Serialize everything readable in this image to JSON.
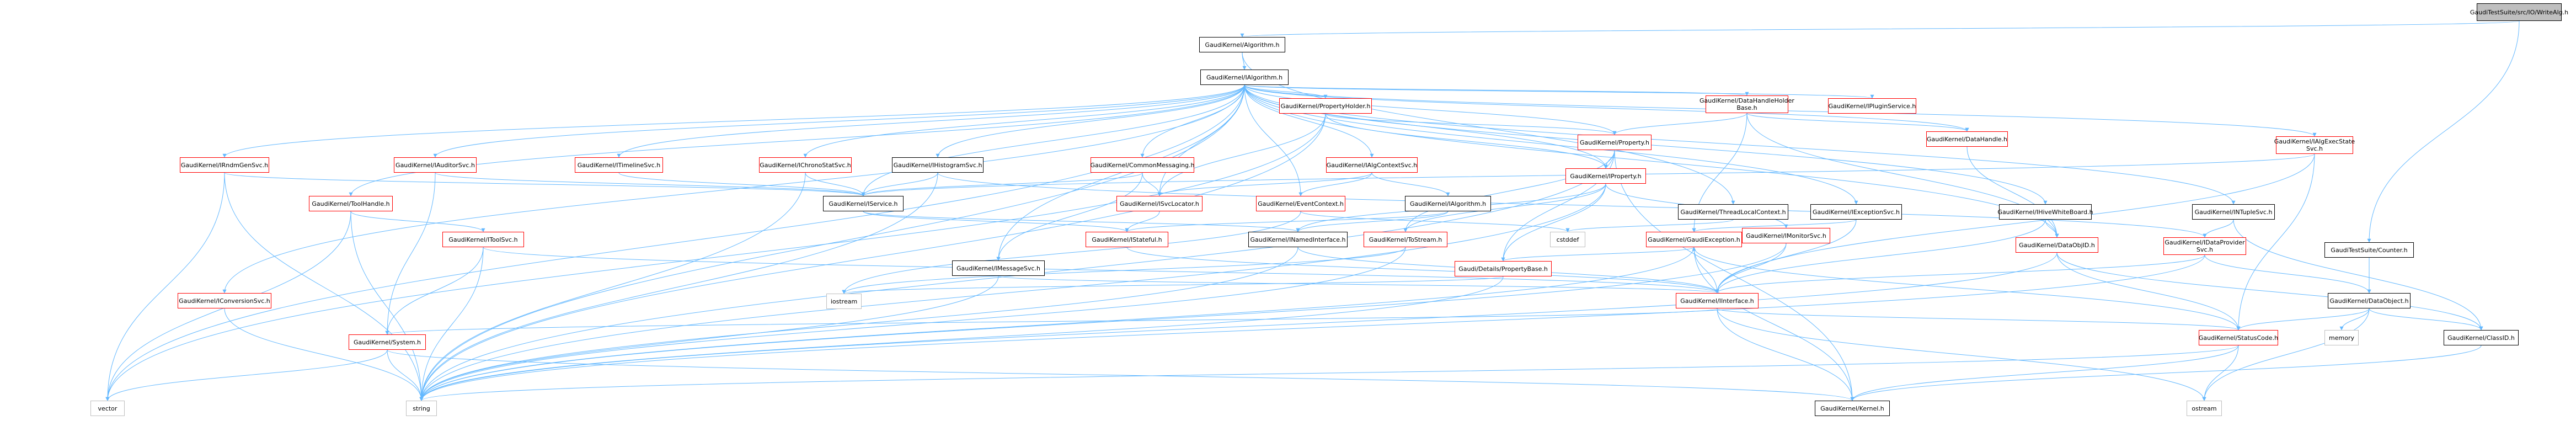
{
  "nodes": [
    {
      "id": "root",
      "label": "GaudiTestSuite/src/IO/WriteAlg.h",
      "style": "root"
    },
    {
      "id": "alg",
      "label": "GaudiKernel/Algorithm.h",
      "style": "black"
    },
    {
      "id": "ialg",
      "label": "GaudiKernel/IAlgorithm.h",
      "style": "black"
    },
    {
      "id": "tlc",
      "label": "GaudiKernel/ThreadLocalContext.h",
      "style": "black"
    },
    {
      "id": "tscounter",
      "label": "GaudiTestSuite/Counter.h",
      "style": "black"
    },
    {
      "id": "propholder",
      "label": "GaudiKernel/PropertyHolder.h",
      "style": "red"
    },
    {
      "id": "dhh",
      "label": "GaudiKernel/DataHandleHolder Base.h",
      "style": "red"
    },
    {
      "id": "ipluginsvc",
      "label": "GaudiKernel/IPluginService.h",
      "style": "red"
    },
    {
      "id": "datahandle",
      "label": "GaudiKernel/DataHandle.h",
      "style": "red"
    },
    {
      "id": "property",
      "label": "GaudiKernel/Property.h",
      "style": "red"
    },
    {
      "id": "iexcsvc",
      "label": "GaudiKernel/IExceptionSvc.h",
      "style": "black"
    },
    {
      "id": "ihwb",
      "label": "GaudiKernel/IHiveWhiteBoard.h",
      "style": "black"
    },
    {
      "id": "intuplesvc",
      "label": "GaudiKernel/INTupleSvc.h",
      "style": "black"
    },
    {
      "id": "ialgexec",
      "label": "GaudiKernel/IAlgExecState Svc.h",
      "style": "red"
    },
    {
      "id": "irndm",
      "label": "GaudiKernel/IRndmGenSvc.h",
      "style": "red"
    },
    {
      "id": "iauditor",
      "label": "GaudiKernel/IAuditorSvc.h",
      "style": "red"
    },
    {
      "id": "itimeline",
      "label": "GaudiKernel/ITimelineSvc.h",
      "style": "red"
    },
    {
      "id": "ichrono",
      "label": "GaudiKernel/IChronoStatSvc.h",
      "style": "red"
    },
    {
      "id": "ihisto",
      "label": "GaudiKernel/IHistogramSvc.h",
      "style": "black"
    },
    {
      "id": "commonmsg",
      "label": "GaudiKernel/CommonMessaging.h",
      "style": "red"
    },
    {
      "id": "ialgctx",
      "label": "GaudiKernel/IAlgContextSvc.h",
      "style": "red"
    },
    {
      "id": "iproperty",
      "label": "GaudiKernel/IProperty.h",
      "style": "red"
    },
    {
      "id": "toolhandle",
      "label": "GaudiKernel/ToolHandle.h",
      "style": "red"
    },
    {
      "id": "iservice",
      "label": "GaudiKernel/IService.h",
      "style": "black"
    },
    {
      "id": "isvclocator",
      "label": "GaudiKernel/ISvcLocator.h",
      "style": "red"
    },
    {
      "id": "evtctx",
      "label": "GaudiKernel/EventContext.h",
      "style": "red"
    },
    {
      "id": "ialgorithm2",
      "label": "GaudiKernel/IAlgorithm.h",
      "style": "black"
    },
    {
      "id": "propbase",
      "label": "Gaudi/Details/PropertyBase.h",
      "style": "red"
    },
    {
      "id": "imonitor",
      "label": "GaudiKernel/IMonitorSvc.h",
      "style": "red"
    },
    {
      "id": "idataobjid",
      "label": "GaudiKernel/DataObjID.h",
      "style": "red"
    },
    {
      "id": "idp",
      "label": "GaudiKernel/IDataProvider Svc.h",
      "style": "red"
    },
    {
      "id": "iconversion",
      "label": "GaudiKernel/IConversionSvc.h",
      "style": "red"
    },
    {
      "id": "itoolsvc",
      "label": "GaudiKernel/IToolSvc.h",
      "style": "red"
    },
    {
      "id": "imessagesvc",
      "label": "GaudiKernel/IMessageSvc.h",
      "style": "black"
    },
    {
      "id": "istateful",
      "label": "GaudiKernel/IStateful.h",
      "style": "red"
    },
    {
      "id": "inamed",
      "label": "GaudiKernel/INamedInterface.h",
      "style": "black"
    },
    {
      "id": "tostream",
      "label": "GaudiKernel/ToStream.h",
      "style": "red"
    },
    {
      "id": "gaudiexc",
      "label": "GaudiKernel/GaudiException.h",
      "style": "red"
    },
    {
      "id": "cstddef",
      "label": "cstddef",
      "style": "gray"
    },
    {
      "id": "iinterface",
      "label": "GaudiKernel/IInterface.h",
      "style": "red"
    },
    {
      "id": "dataobject",
      "label": "GaudiKernel/DataObject.h",
      "style": "black"
    },
    {
      "id": "iostream",
      "label": "iostream",
      "style": "gray"
    },
    {
      "id": "system",
      "label": "GaudiKernel/System.h",
      "style": "red"
    },
    {
      "id": "statuscode",
      "label": "GaudiKernel/StatusCode.h",
      "style": "red"
    },
    {
      "id": "clid",
      "label": "GaudiKernel/ClassID.h",
      "style": "black"
    },
    {
      "id": "memory",
      "label": "memory",
      "style": "gray"
    },
    {
      "id": "vector",
      "label": "vector",
      "style": "gray"
    },
    {
      "id": "string",
      "label": "string",
      "style": "gray"
    },
    {
      "id": "kernel",
      "label": "GaudiKernel/Kernel.h",
      "style": "black"
    },
    {
      "id": "ostream",
      "label": "ostream",
      "style": "gray"
    }
  ],
  "edges": [
    [
      "root",
      "alg"
    ],
    [
      "root",
      "tscounter"
    ],
    [
      "alg",
      "ialg"
    ],
    [
      "alg",
      "tlc"
    ],
    [
      "ialg",
      "propholder"
    ],
    [
      "ialg",
      "dhh"
    ],
    [
      "ialg",
      "ipluginsvc"
    ],
    [
      "ialg",
      "datahandle"
    ],
    [
      "ialg",
      "property"
    ],
    [
      "ialg",
      "iexcsvc"
    ],
    [
      "ialg",
      "ihwb"
    ],
    [
      "ialg",
      "intuplesvc"
    ],
    [
      "ialg",
      "ialgexec"
    ],
    [
      "ialg",
      "irndm"
    ],
    [
      "ialg",
      "iauditor"
    ],
    [
      "ialg",
      "itimeline"
    ],
    [
      "ialg",
      "ichrono"
    ],
    [
      "ialg",
      "ihisto"
    ],
    [
      "ialg",
      "commonmsg"
    ],
    [
      "ialg",
      "ialgctx"
    ],
    [
      "ialg",
      "iproperty"
    ],
    [
      "ialg",
      "toolhandle"
    ],
    [
      "ialg",
      "iservice"
    ],
    [
      "ialg",
      "isvclocator"
    ],
    [
      "ialg",
      "evtctx"
    ],
    [
      "ialg",
      "idataobjid"
    ],
    [
      "ialg",
      "iconversion"
    ],
    [
      "ialg",
      "imessagesvc"
    ],
    [
      "ialg",
      "string"
    ],
    [
      "ialg",
      "vector"
    ],
    [
      "tlc",
      "cstddef"
    ],
    [
      "propholder",
      "property"
    ],
    [
      "propholder",
      "iproperty"
    ],
    [
      "propholder",
      "isvclocator"
    ],
    [
      "propholder",
      "string"
    ],
    [
      "propholder",
      "vector"
    ],
    [
      "dhh",
      "property"
    ],
    [
      "dhh",
      "datahandle"
    ],
    [
      "dhh",
      "idataobjid"
    ],
    [
      "dhh",
      "gaudiexc"
    ],
    [
      "datahandle",
      "idataobjid"
    ],
    [
      "property",
      "iproperty"
    ],
    [
      "property",
      "propbase"
    ],
    [
      "property",
      "tostream"
    ],
    [
      "property",
      "kernel"
    ],
    [
      "property",
      "string"
    ],
    [
      "iexcsvc",
      "gaudiexc"
    ],
    [
      "iexcsvc",
      "iinterface"
    ],
    [
      "ihwb",
      "idataobjid"
    ],
    [
      "ihwb",
      "iinterface"
    ],
    [
      "intuplesvc",
      "idp"
    ],
    [
      "intuplesvc",
      "clid"
    ],
    [
      "ialgexec",
      "iinterface"
    ],
    [
      "ialgexec",
      "iservice"
    ],
    [
      "ialgexec",
      "statuscode"
    ],
    [
      "tscounter",
      "dataobject"
    ],
    [
      "irndm",
      "iservice"
    ],
    [
      "irndm",
      "vector"
    ],
    [
      "irndm",
      "string"
    ],
    [
      "iauditor",
      "iservice"
    ],
    [
      "iauditor",
      "system"
    ],
    [
      "itimeline",
      "iservice"
    ],
    [
      "ichrono",
      "iservice"
    ],
    [
      "ichrono",
      "string"
    ],
    [
      "ihisto",
      "iservice"
    ],
    [
      "ihisto",
      "string"
    ],
    [
      "ihisto",
      "idp"
    ],
    [
      "commonmsg",
      "isvclocator"
    ],
    [
      "commonmsg",
      "imessagesvc"
    ],
    [
      "commonmsg",
      "iservice"
    ],
    [
      "ialgctx",
      "ialgorithm2"
    ],
    [
      "ialgctx",
      "evtctx"
    ],
    [
      "ialgctx",
      "isvclocator"
    ],
    [
      "iproperty",
      "inamed"
    ],
    [
      "iproperty",
      "propbase"
    ],
    [
      "iproperty",
      "tostream"
    ],
    [
      "iproperty",
      "string"
    ],
    [
      "iproperty",
      "imonitor"
    ],
    [
      "toolhandle",
      "itoolsvc"
    ],
    [
      "toolhandle",
      "string"
    ],
    [
      "toolhandle",
      "vector"
    ],
    [
      "iservice",
      "istateful"
    ],
    [
      "iservice",
      "inamed"
    ],
    [
      "isvclocator",
      "istateful"
    ],
    [
      "evtctx",
      "cstddef"
    ],
    [
      "evtctx",
      "iostream"
    ],
    [
      "ialgorithm2",
      "istateful"
    ],
    [
      "ialgorithm2",
      "inamed"
    ],
    [
      "propbase",
      "gaudiexc"
    ],
    [
      "propbase",
      "string"
    ],
    [
      "propbase",
      "iostream"
    ],
    [
      "imonitor",
      "iinterface"
    ],
    [
      "imonitor",
      "string"
    ],
    [
      "idataobjid",
      "clid"
    ],
    [
      "idataobjid",
      "statuscode"
    ],
    [
      "idataobjid",
      "string"
    ],
    [
      "idp",
      "iinterface"
    ],
    [
      "idp",
      "dataobject"
    ],
    [
      "idp",
      "string"
    ],
    [
      "iconversion",
      "string"
    ],
    [
      "itoolsvc",
      "iinterface"
    ],
    [
      "itoolsvc",
      "system"
    ],
    [
      "itoolsvc",
      "string"
    ],
    [
      "imessagesvc",
      "iinterface"
    ],
    [
      "imessagesvc",
      "string"
    ],
    [
      "istateful",
      "iinterface"
    ],
    [
      "inamed",
      "iinterface"
    ],
    [
      "inamed",
      "string"
    ],
    [
      "tostream",
      "iostream"
    ],
    [
      "tostream",
      "string"
    ],
    [
      "gaudiexc",
      "iinterface"
    ],
    [
      "gaudiexc",
      "string"
    ],
    [
      "gaudiexc",
      "kernel"
    ],
    [
      "gaudiexc",
      "statuscode"
    ],
    [
      "iinterface",
      "system"
    ],
    [
      "iinterface",
      "statuscode"
    ],
    [
      "iinterface",
      "kernel"
    ],
    [
      "iinterface",
      "ostream"
    ],
    [
      "dataobject",
      "clid"
    ],
    [
      "dataobject",
      "statuscode"
    ],
    [
      "dataobject",
      "memory"
    ],
    [
      "dataobject",
      "ostream"
    ],
    [
      "system",
      "kernel"
    ],
    [
      "system",
      "string"
    ],
    [
      "system",
      "vector"
    ],
    [
      "statuscode",
      "kernel"
    ],
    [
      "statuscode",
      "ostream"
    ],
    [
      "statuscode",
      "string"
    ],
    [
      "clid",
      "kernel"
    ]
  ]
}
